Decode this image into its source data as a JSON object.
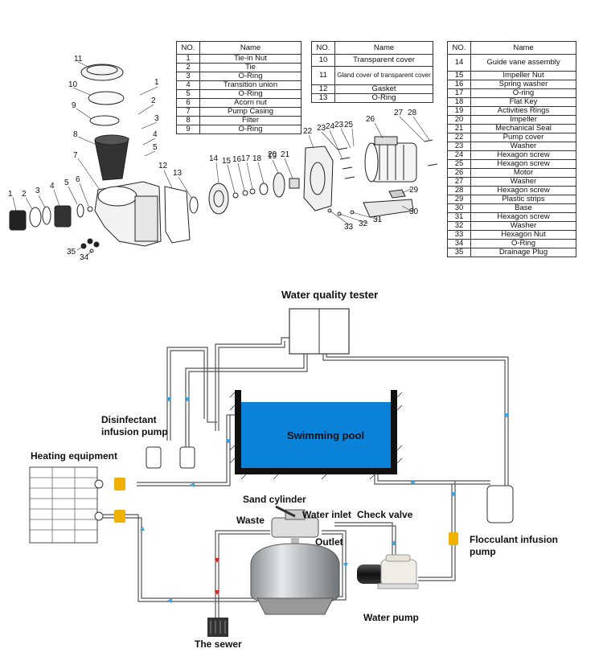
{
  "tables": [
    {
      "headers": [
        "NO.",
        "Name"
      ],
      "rows": [
        [
          "1",
          "Tie-in Nut"
        ],
        [
          "2",
          "Tie"
        ],
        [
          "3",
          "O-Ring"
        ],
        [
          "4",
          "Transition union"
        ],
        [
          "5",
          "O-Ring"
        ],
        [
          "6",
          "Acorn nut"
        ],
        [
          "7",
          "Pump Casing"
        ],
        [
          "8",
          "Filter"
        ],
        [
          "9",
          "O-Ring"
        ]
      ]
    },
    {
      "headers": [
        "NO.",
        "Name"
      ],
      "rows": [
        [
          "10",
          "Transparent cover"
        ],
        [
          "11",
          "Gland cover of transparent cover"
        ],
        [
          "12",
          "Gasket"
        ],
        [
          "13",
          "O-Ring"
        ]
      ]
    },
    {
      "headers": [
        "NO.",
        "Name"
      ],
      "rows": [
        [
          "14",
          "Guide vane assembly"
        ],
        [
          "15",
          "Impeller Nut"
        ],
        [
          "16",
          "Spring washer"
        ],
        [
          "17",
          "O-ring"
        ],
        [
          "18",
          "Flat Key"
        ],
        [
          "19",
          "Activities Rings"
        ],
        [
          "20",
          "Impeller"
        ],
        [
          "21",
          "Mechanical Seal"
        ],
        [
          "22",
          "Pump cover"
        ],
        [
          "23",
          "Washer"
        ],
        [
          "24",
          "Hexagon screw"
        ],
        [
          "25",
          "Hexagon screw"
        ],
        [
          "26",
          "Motor"
        ],
        [
          "27",
          "Washer"
        ],
        [
          "28",
          "Hexagon screw"
        ],
        [
          "29",
          "Plastic strips"
        ],
        [
          "30",
          "Base"
        ],
        [
          "31",
          "Hexagon screw"
        ],
        [
          "32",
          "Washer"
        ],
        [
          "33",
          "Hexagon Nut"
        ],
        [
          "34",
          "O-Ring"
        ],
        [
          "35",
          "Drainage Plug"
        ]
      ]
    }
  ],
  "part_callouts": [
    "1",
    "2",
    "3",
    "4",
    "5",
    "6",
    "7",
    "8",
    "9",
    "10",
    "11",
    "12",
    "13",
    "14",
    "15",
    "16",
    "17",
    "18",
    "19",
    "20",
    "21",
    "22",
    "23",
    "24",
    "25",
    "26",
    "27",
    "28",
    "29",
    "30",
    "31",
    "32",
    "33",
    "34",
    "35"
  ],
  "flow_labels": {
    "water_quality_tester": "Water quality tester",
    "swimming_pool": "Swimming pool",
    "disinfectant_pump": [
      "Disinfectant",
      "infusion pump"
    ],
    "heating_equipment": "Heating equipment",
    "sand_cylinder": "Sand cylinder",
    "waste": "Waste",
    "water_inlet": "Water inlet",
    "check_valve": "Check valve",
    "outlet": "Outlet",
    "flocculant_pump": [
      "Flocculant infusion",
      "pump"
    ],
    "water_pump": "Water pump",
    "sewer": "The sewer"
  },
  "colors": {
    "pool": "#0a82d8",
    "pipe": "#555555",
    "arrow": "#3aa4e0",
    "sewer_arrow": "#e02020",
    "valve": "#f0b000"
  }
}
